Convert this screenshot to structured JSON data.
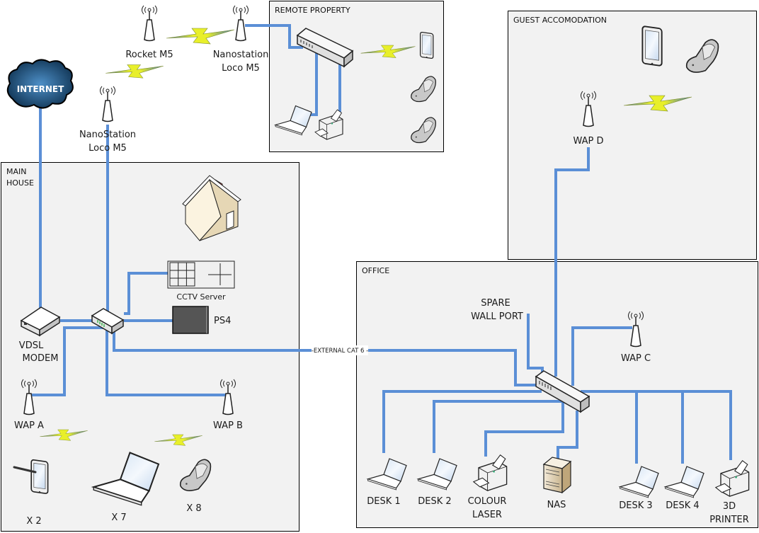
{
  "zones": {
    "remote_property": "REMOTE PROPERTY",
    "guest_accommodation": "GUEST ACCOMODATION",
    "main_house_line1": "MAIN",
    "main_house_line2": "HOUSE",
    "office": "OFFICE"
  },
  "cloud": {
    "label": "INTERNET"
  },
  "links": {
    "rocket": "Rocket M5",
    "nanostation_remote_1": "Nanostation",
    "nanostation_remote_2": "Loco M5",
    "nanostation_main_1": "NanoStation",
    "nanostation_main_2": "Loco M5"
  },
  "main_house": {
    "cctv": "CCTV Server",
    "ps4": "PS4",
    "modem_1": "VDSL",
    "modem_2": "MODEM",
    "wap_a": "WAP A",
    "wap_b": "WAP B",
    "tablets": "X 2",
    "laptops": "X 7",
    "phones": "X 8"
  },
  "guest": {
    "wap_d": "WAP D"
  },
  "cable": {
    "label": "-EXTERNAL CAT 6 -"
  },
  "office": {
    "spare_1": "SPARE",
    "spare_2": "WALL PORT",
    "wap_c": "WAP C",
    "desk1": "DESK 1",
    "desk2": "DESK 2",
    "colour_1": "COLOUR",
    "colour_2": "LASER",
    "nas": "NAS",
    "desk3": "DESK 3",
    "desk4": "DESK 4",
    "printer3d_1": "3D",
    "printer3d_2": "PRINTER"
  },
  "colors": {
    "cable": "#5b8fd6",
    "zone_fill": "#f2f2f2",
    "wireless_bolt": "#e8ef2a",
    "cloud": "#1f5a8c"
  }
}
